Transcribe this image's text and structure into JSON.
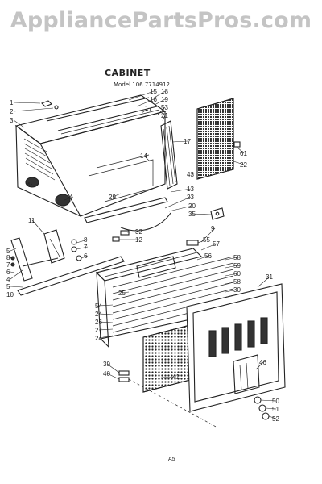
{
  "watermark": "AppliancePartsPros.com",
  "diagram": {
    "title": "CABINET",
    "model": "Model 106.7714912",
    "page_code": "A5"
  },
  "colors": {
    "ink": "#222222",
    "watermark": "#c4c4c4",
    "background": "#ffffff"
  },
  "callouts": [
    {
      "id": "c1",
      "label": "1"
    },
    {
      "id": "c2",
      "label": "2"
    },
    {
      "id": "c3",
      "label": "3"
    },
    {
      "id": "c15",
      "label": "15"
    },
    {
      "id": "c16",
      "label": "16"
    },
    {
      "id": "c17a",
      "label": "17"
    },
    {
      "id": "c18",
      "label": "18"
    },
    {
      "id": "c19",
      "label": "19"
    },
    {
      "id": "c53",
      "label": "53"
    },
    {
      "id": "c21",
      "label": "21"
    },
    {
      "id": "c17b",
      "label": "17"
    },
    {
      "id": "c14",
      "label": "14"
    },
    {
      "id": "c4a",
      "label": "4"
    },
    {
      "id": "c4b",
      "label": "4"
    },
    {
      "id": "c29",
      "label": "29"
    },
    {
      "id": "c43",
      "label": "43"
    },
    {
      "id": "c13",
      "label": "13"
    },
    {
      "id": "c23",
      "label": "23"
    },
    {
      "id": "c20",
      "label": "20"
    },
    {
      "id": "c35",
      "label": "35"
    },
    {
      "id": "c61",
      "label": "61"
    },
    {
      "id": "c22",
      "label": "22"
    },
    {
      "id": "c11",
      "label": "11"
    },
    {
      "id": "c32",
      "label": "32"
    },
    {
      "id": "c12",
      "label": "12"
    },
    {
      "id": "c9",
      "label": "9"
    },
    {
      "id": "c5a",
      "label": "5"
    },
    {
      "id": "c8a",
      "label": "8"
    },
    {
      "id": "c7a",
      "label": "7"
    },
    {
      "id": "c6a",
      "label": "6"
    },
    {
      "id": "c8b",
      "label": "8"
    },
    {
      "id": "c7b",
      "label": "7"
    },
    {
      "id": "c6b",
      "label": "6"
    },
    {
      "id": "c4c",
      "label": "4"
    },
    {
      "id": "c5b",
      "label": "5"
    },
    {
      "id": "c10",
      "label": "10"
    },
    {
      "id": "c55",
      "label": "55"
    },
    {
      "id": "c57",
      "label": "57"
    },
    {
      "id": "c56",
      "label": "56"
    },
    {
      "id": "c58a",
      "label": "58"
    },
    {
      "id": "c59",
      "label": "59"
    },
    {
      "id": "c60",
      "label": "60"
    },
    {
      "id": "c58b",
      "label": "58"
    },
    {
      "id": "c30",
      "label": "30"
    },
    {
      "id": "c31",
      "label": "31"
    },
    {
      "id": "c25",
      "label": "25"
    },
    {
      "id": "c54",
      "label": "54"
    },
    {
      "id": "c24a",
      "label": "24"
    },
    {
      "id": "c26",
      "label": "26"
    },
    {
      "id": "c27",
      "label": "27"
    },
    {
      "id": "c24b",
      "label": "24"
    },
    {
      "id": "c39",
      "label": "39"
    },
    {
      "id": "c40",
      "label": "40"
    },
    {
      "id": "c41",
      "label": "41"
    },
    {
      "id": "c46",
      "label": "46"
    },
    {
      "id": "c50",
      "label": "50"
    },
    {
      "id": "c51",
      "label": "51"
    },
    {
      "id": "c52",
      "label": "52"
    }
  ]
}
